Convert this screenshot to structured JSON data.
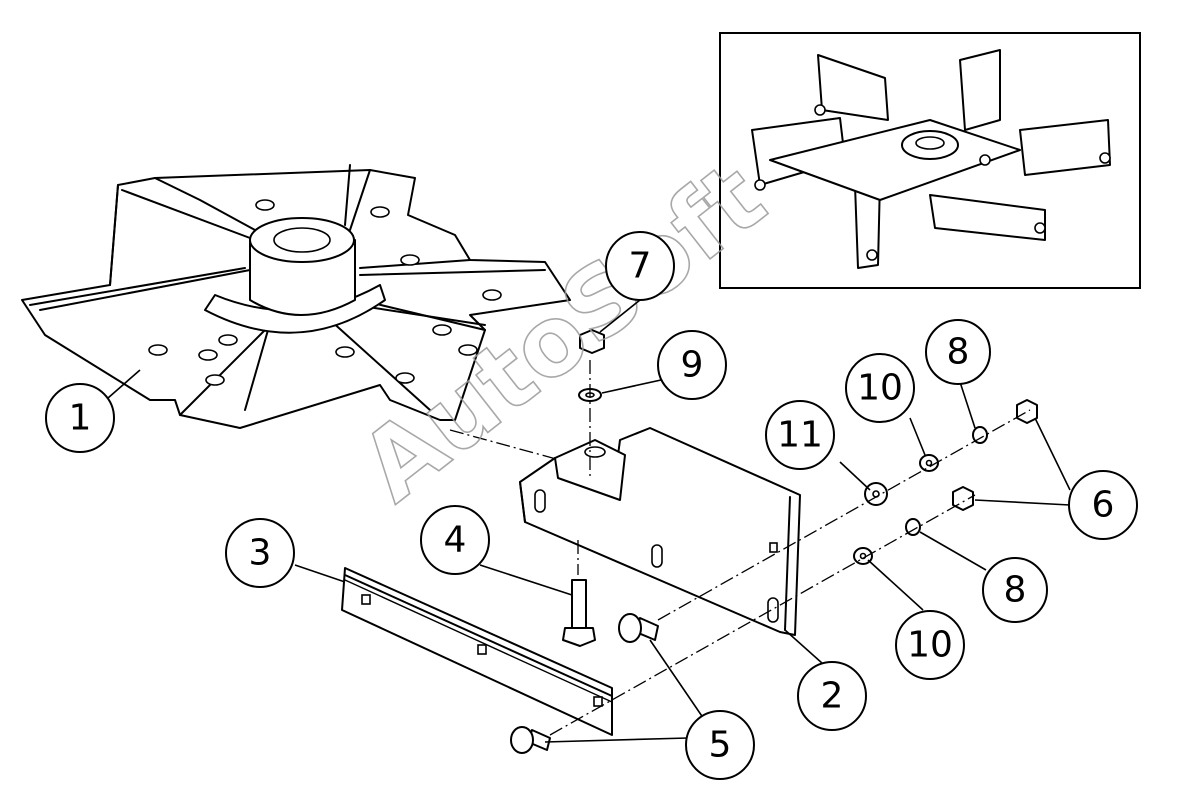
{
  "watermark": "AutoSoft",
  "callouts": [
    {
      "id": "c1",
      "label": "1"
    },
    {
      "id": "c2",
      "label": "2"
    },
    {
      "id": "c3",
      "label": "3"
    },
    {
      "id": "c4",
      "label": "4"
    },
    {
      "id": "c5",
      "label": "5"
    },
    {
      "id": "c6",
      "label": "6"
    },
    {
      "id": "c7",
      "label": "7"
    },
    {
      "id": "c8a",
      "label": "8"
    },
    {
      "id": "c8b",
      "label": "8"
    },
    {
      "id": "c9",
      "label": "9"
    },
    {
      "id": "c10a",
      "label": "10"
    },
    {
      "id": "c10b",
      "label": "10"
    },
    {
      "id": "c11",
      "label": "11"
    }
  ]
}
